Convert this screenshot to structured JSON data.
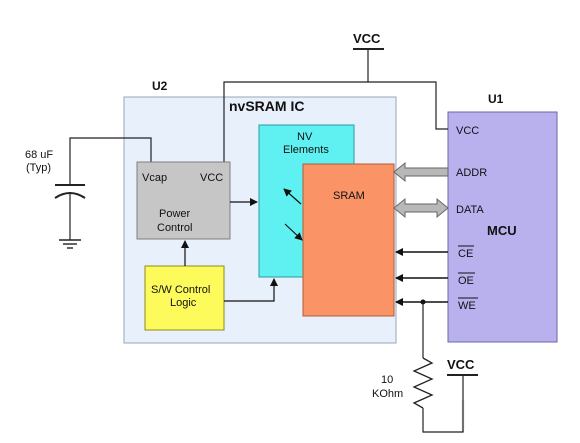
{
  "power": {
    "vcc_top": "VCC",
    "vcc_bottom": "VCC"
  },
  "u2": {
    "ref": "U2",
    "title": "nvSRAM IC"
  },
  "u1": {
    "ref": "U1",
    "name": "MCU",
    "pin_vcc": "VCC",
    "pin_addr": "ADDR",
    "pin_data": "DATA",
    "pin_ce": "CE",
    "pin_oe": "OE",
    "pin_we": "WE"
  },
  "capacitor": {
    "value": "68 uF",
    "note": "(Typ)"
  },
  "power_control": {
    "pin_vcap": "Vcap",
    "pin_vcc": "VCC",
    "line1": "Power",
    "line2": "Control"
  },
  "nv_elements": {
    "line1": "NV",
    "line2": "Elements"
  },
  "sram": {
    "label": "SRAM"
  },
  "sw_control": {
    "line1": "S/W Control",
    "line2": "Logic"
  },
  "resistor": {
    "value": "10",
    "unit": "KOhm"
  },
  "colors": {
    "u2_fill": "#e8f0fb",
    "mcu_fill": "#b9b1ee",
    "nv_fill": "#5ff0f2",
    "sram_fill": "#fa9466",
    "power_fill": "#c6c6c6",
    "sw_fill": "#fdfb5c",
    "bus_fill": "#b8b8b8"
  }
}
